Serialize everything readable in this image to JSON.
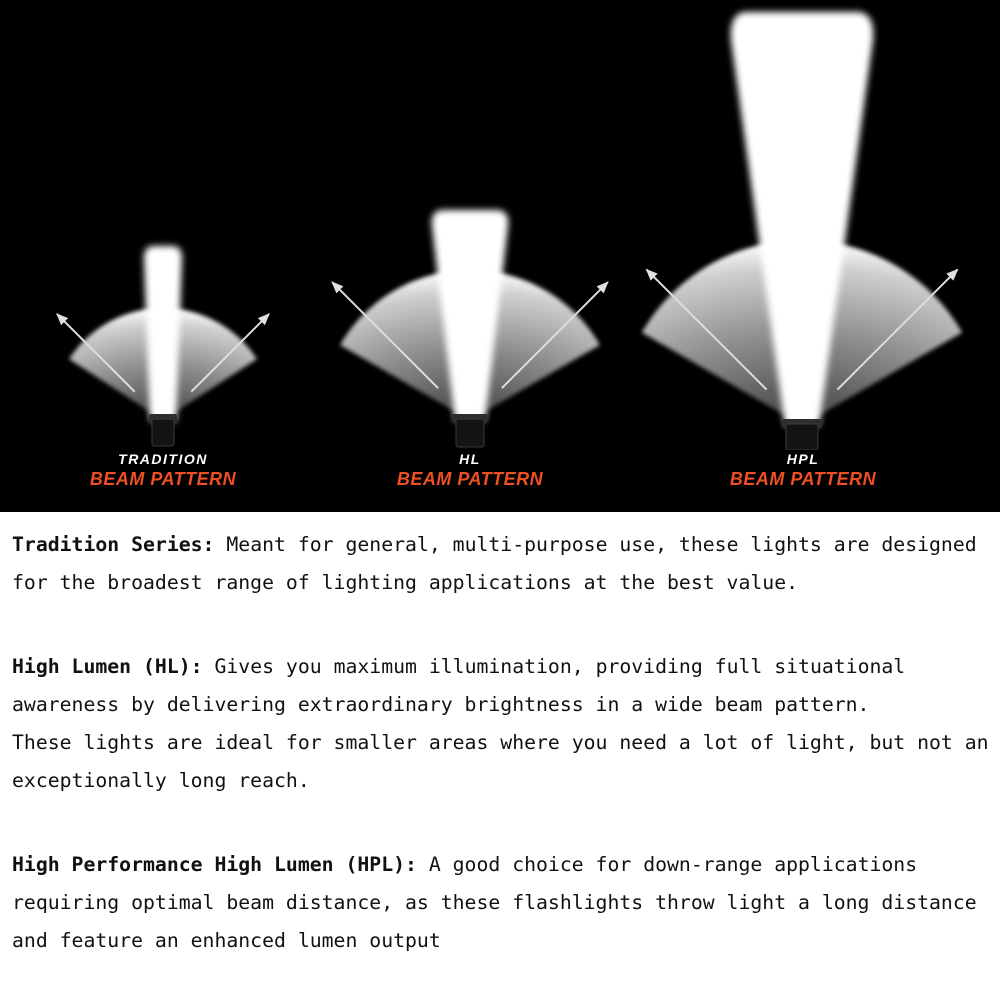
{
  "colors": {
    "accent_orange": "#ee4f23",
    "panel_black": "#000000",
    "fan_gray": "#b3b3b3",
    "beam_white": "#ffffff",
    "body_text": "#111111"
  },
  "diagrams": [
    {
      "name": "TRADITION",
      "label": "BEAM PATTERN"
    },
    {
      "name": "HL",
      "label": "BEAM PATTERN"
    },
    {
      "name": "HPL",
      "label": "BEAM PATTERN"
    }
  ],
  "paragraphs": [
    {
      "lead": "Tradition Series:",
      "body": " Meant for general, multi-purpose use, these lights are designed\nfor the broadest range of lighting applications at the best value."
    },
    {
      "lead": "High Lumen (HL):",
      "body": " Gives you maximum illumination, providing full situational\nawareness by delivering extraordinary brightness in a wide beam pattern.\nThese lights are ideal for smaller areas where you need a lot of light, but not an\nexceptionally long reach."
    },
    {
      "lead": "High Performance High Lumen (HPL):",
      "body": " A good choice for down-range applications\nrequiring optimal beam distance, as these flashlights throw light a long distance\nand feature an enhanced lumen output"
    }
  ]
}
